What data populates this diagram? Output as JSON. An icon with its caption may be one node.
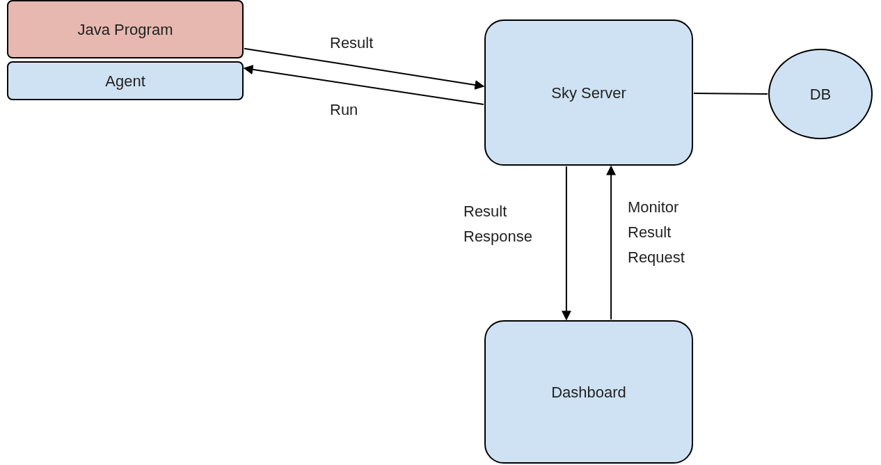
{
  "diagram": {
    "nodes": [
      {
        "text": [
          "Java Program"
        ]
      },
      {
        "text": [
          "Agent"
        ]
      },
      {
        "text": [
          "Sky Server"
        ]
      },
      {
        "text": [
          "DB"
        ]
      },
      {
        "text": [
          "Dashboard"
        ]
      }
    ],
    "edges": [
      {
        "from": 0,
        "to": 2,
        "arrow": "to",
        "label": "Result"
      },
      {
        "from": 2,
        "to": 1,
        "arrow": "to",
        "label": "Run"
      },
      {
        "from": 2,
        "to": 3,
        "arrow": "none"
      },
      {
        "from": 2,
        "to": 4,
        "arrow": "to",
        "label": "Result Response"
      },
      {
        "from": 4,
        "to": 2,
        "arrow": "to",
        "label": "Monitor Result Request"
      }
    ]
  }
}
